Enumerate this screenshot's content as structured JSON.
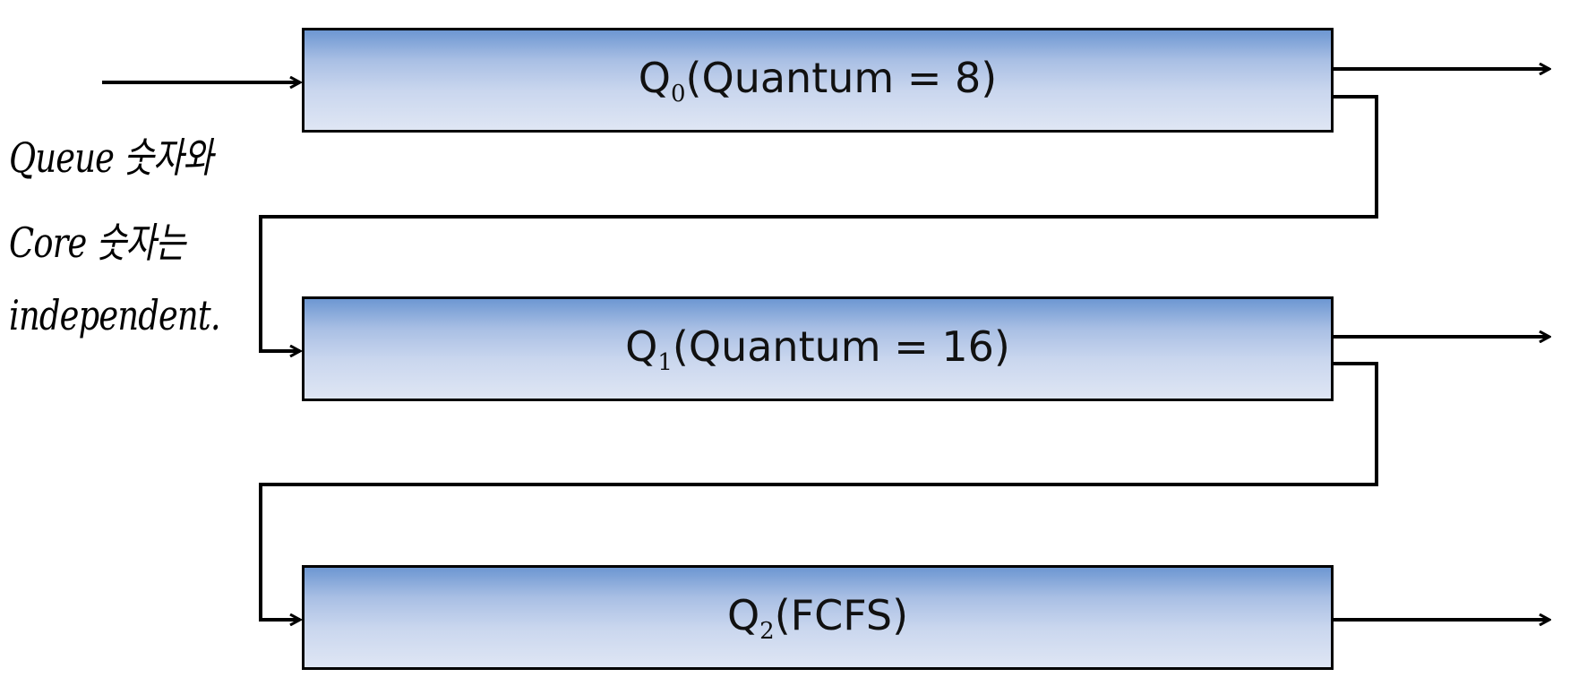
{
  "queues": [
    {
      "name": "Q",
      "sub": "0",
      "label": "(Quantum  =  8)"
    },
    {
      "name": "Q",
      "sub": "1",
      "label": "(Quantum  =  16)"
    },
    {
      "name": "Q",
      "sub": "2",
      "label": "(FCFS)"
    }
  ],
  "annotation": {
    "line1": "Queue 숫자와",
    "line2": "Core 숫자는",
    "line3": "independent."
  },
  "colors": {
    "box_top": "#6d97d2",
    "box_bottom": "#dfe6f4",
    "line": "#000000"
  }
}
